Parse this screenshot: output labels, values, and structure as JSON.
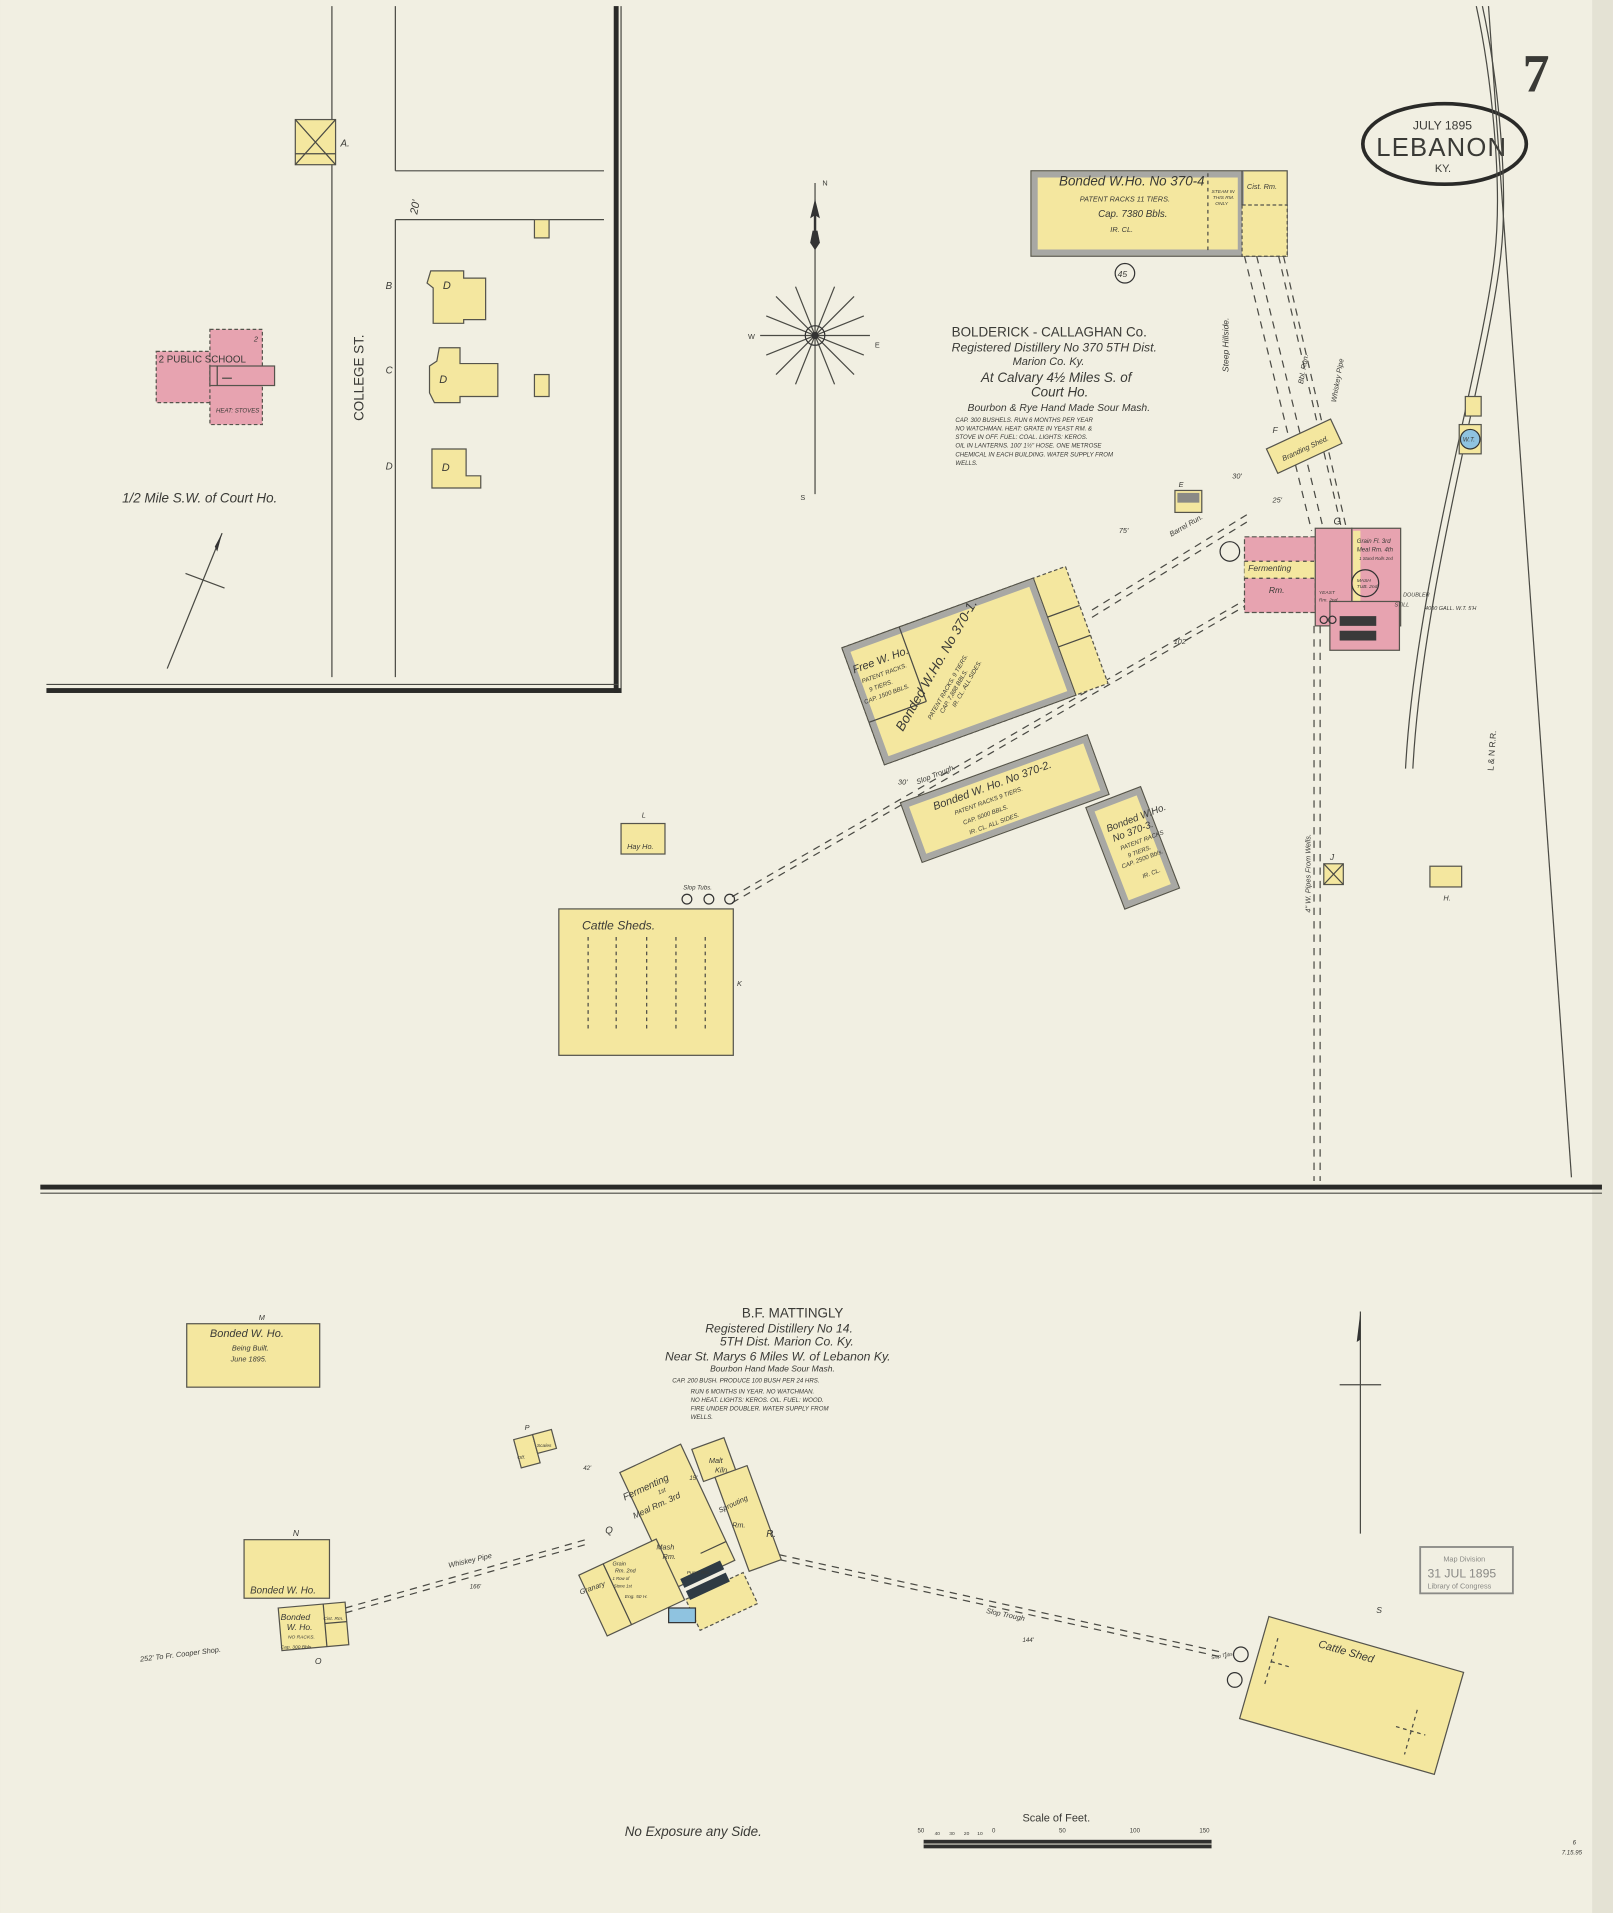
{
  "sheet": {
    "number": "7",
    "date": "JULY 1895",
    "town": "LEBANON",
    "state": "KY.",
    "corner_note_1": "6",
    "corner_note_2": "7.15.95"
  },
  "colors": {
    "paper": "#f1efe2",
    "frame_brick": "#f4e79f",
    "brick": "#e7a3b0",
    "water_tank": "#8fc3e0",
    "ink": "#3a3a36",
    "fireproof_wall": "#a8a8a4"
  },
  "inset": {
    "street": "COLLEGE ST.",
    "alley_width": "20'",
    "school_label": "2 PUBLIC SCHOOL",
    "school_heat": "HEAT: STOVES",
    "school_stories": "2",
    "shed_label": "A.",
    "lot_labels": [
      "B",
      "C",
      "D"
    ],
    "dwelling": "D",
    "location": "1/2 Mile S.W. of Court Ho."
  },
  "compass": {
    "n": "N",
    "s": "S",
    "e": "E",
    "w": "W"
  },
  "upper": {
    "company": "BOLDERICK - CALLAGHAN Co.",
    "registered": "Registered Distillery No 370 5TH Dist.",
    "county": "Marion Co. Ky.",
    "location_1": "At Calvary 4½ Miles S. of",
    "location_2": "Court Ho.",
    "product": "Bourbon & Rye Hand Made Sour Mash.",
    "notes": [
      "CAP. 300 BUSHELS.  RUN 6 MONTHS PER YEAR",
      "NO WATCHMAN.  HEAT: GRATE IN YEAST RM. &",
      "STOVE IN OFF.  FUEL: COAL.  LIGHTS: KEROS.",
      "OIL IN LANTERNS.   100' 1½\" HOSE.  ONE METROSE",
      "CHEMICAL IN EACH BUILDING. WATER SUPPLY FROM",
      "WELLS."
    ],
    "whs_370_4": [
      "Bonded W.Ho. No 370-4",
      "PATENT RACKS  11 TIERS.",
      "Cap. 7380 Bbls.",
      "IR. CL."
    ],
    "whs_370_4_side": [
      "STEAM IN",
      "THIS RM.",
      "ONLY"
    ],
    "cist_rm": "Cist. Rm.",
    "circle_no": "45",
    "steep_hillside": "Steep Hillside.",
    "bbl_run": "Bbl. Run.",
    "whiskey_pipe": "Whiskey Pipe",
    "branding_shed": "Branding Shed.",
    "branding_letter": "F",
    "e_label": "E",
    "barrel_run": "Barrel Run.",
    "dist_75": "75'",
    "dist_30a": "30'",
    "dist_102": "102'",
    "dist_30b": "30'",
    "dist_25": "25'",
    "free_whs": [
      "Free W. Ho.",
      "PATENT RACKS.",
      "9 TIERS.",
      "CAP. 1500 BBLS."
    ],
    "whs_370_1": [
      "Bonded W.Ho. No 370-1.",
      "PATENT RACKS. 9 TIERS.",
      "CAP. 7,888 BBLS.",
      "IR. CL. ALL SIDES."
    ],
    "whs_370_2": [
      "Bonded W. Ho. No 370-2.",
      "PATENT RACKS  9 TIERS.",
      "CAP. 5000 BBLS.",
      "IR. CL. ALL SIDES."
    ],
    "whs_370_3": [
      "Bonded W.Ho.",
      "No 370-3.",
      "PATENT RACKS",
      "9 TIERS.",
      "CAP. 2500 Bbls.",
      "IR. CL."
    ],
    "slop_trough": "Slop Trough.",
    "slop_tubs": "Slop Tubs.",
    "hay_ho": "Hay Ho.",
    "hay_letter": "L",
    "cattle_sheds": "Cattle Sheds.",
    "cattle_letter": "K",
    "g_letter": "G",
    "fermenting": [
      "Fermenting",
      "Rm."
    ],
    "still_house": [
      "Grain Fl. 3rd",
      "Meal Rm. 4th",
      "1 Stand Rolls 2nd"
    ],
    "yeast_rm": [
      "YEAST",
      "Rm. 2nd"
    ],
    "mash_tub": [
      "MASH",
      "TUB. 2nd"
    ],
    "doubler": "DOUBLER",
    "still": "STILL",
    "water_tank_cap": "4000 GALL. W.T. 5'H",
    "pipes_from_wells": "4\" W. Pipes From Wells.",
    "j_letter": "J",
    "h_letter": "H.",
    "wt": "W.T.",
    "railroad": "L & N R.R."
  },
  "lower": {
    "company": "B.F. MATTINGLY",
    "registered": "Registered Distillery No 14.",
    "county": "5TH Dist. Marion Co. Ky.",
    "location": "Near St. Marys 6 Miles W. of Lebanon Ky.",
    "product": "Bourbon Hand Made Sour Mash.",
    "notes": [
      "CAP. 200 BUSH.    PRODUCE 100 BUSH PER 24 HRS.",
      "RUN 6 MONTHS IN YEAR.  NO WATCHMAN.",
      "NO HEAT.  LIGHTS: KEROS. OIL.  FUEL: WOOD.",
      "FIRE UNDER DOUBLER.  WATER SUPPLY FROM",
      "WELLS."
    ],
    "whs_m": [
      "Bonded W. Ho.",
      "Being Built.",
      "June 1895."
    ],
    "m_letter": "M",
    "whs_n": "Bonded W. Ho.",
    "n_letter": "N",
    "whs_o": [
      "Bonded",
      "W. Ho.",
      "NO RACKS.",
      "Cap. 300 Bbls."
    ],
    "o_cist": "Cist. Rm.",
    "o_letter": "O",
    "cooper_shop": "252' To Fr. Cooper Shop.",
    "whiskey_pipe": "Whiskey Pipe",
    "dist_166": "166'",
    "dist_42": "42'",
    "dist_15": "15'",
    "office": "Off.",
    "scales": "Scales",
    "p_letter": "P",
    "fermenting": [
      "Fermenting",
      "1st",
      "Meal Rm. 3rd"
    ],
    "granary": "Granary",
    "grain_rm": [
      "Grain",
      "Rm. 2nd",
      "1 Row of",
      "Stone 1st"
    ],
    "mash_rm": [
      "Mash",
      "Rm."
    ],
    "pump_rm": "Pump Rm.",
    "eng": "Eng. 50 H.",
    "q_letter": "Q",
    "malt_kiln": [
      "Malt",
      "Kiln."
    ],
    "sprouting": [
      "Sprouting",
      "Rm."
    ],
    "r_letter": "R.",
    "slop_trough": "Slop Trough",
    "dist_144": "144'",
    "slop_tubs": "Slop Tubs",
    "cattle_shed": "Cattle Shed",
    "s_letter": "S",
    "exposure": "No Exposure any Side."
  },
  "scale": {
    "title": "Scale of Feet.",
    "ticks": [
      "50",
      "40",
      "30",
      "20",
      "10",
      "0",
      "50",
      "100",
      "150"
    ]
  },
  "stamp": {
    "line_1": "Map Division",
    "line_2": "31 JUL 1895",
    "line_3": "Library of Congress"
  }
}
